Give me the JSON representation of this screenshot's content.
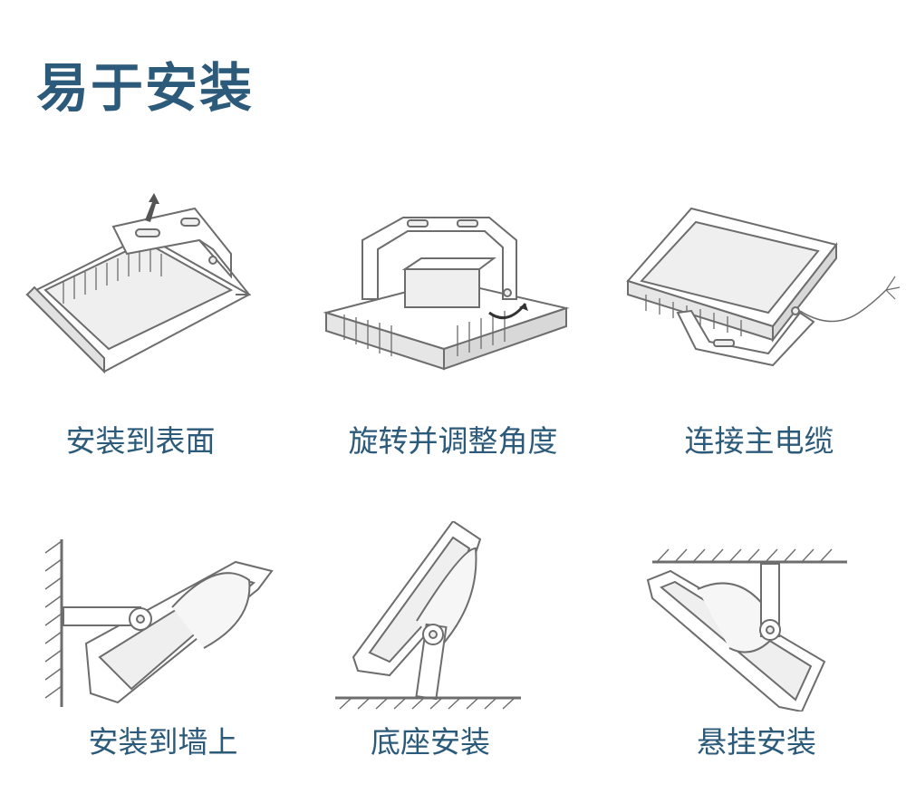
{
  "title": "易于安装",
  "steps": [
    {
      "label": "安装到表面",
      "icon": "surface-mount-lamp-icon"
    },
    {
      "label": "旋转并调整角度",
      "icon": "rotate-adjust-lamp-icon"
    },
    {
      "label": "连接主电缆",
      "icon": "cable-connect-lamp-icon"
    },
    {
      "label": "安装到墙上",
      "icon": "wall-mount-lamp-icon"
    },
    {
      "label": "底座安装",
      "icon": "base-mount-lamp-icon"
    },
    {
      "label": "悬挂安装",
      "icon": "ceiling-mount-lamp-icon"
    }
  ],
  "colors": {
    "title": "#2c5a7a",
    "line": "#6d6d6d",
    "fill": "#efefef"
  }
}
